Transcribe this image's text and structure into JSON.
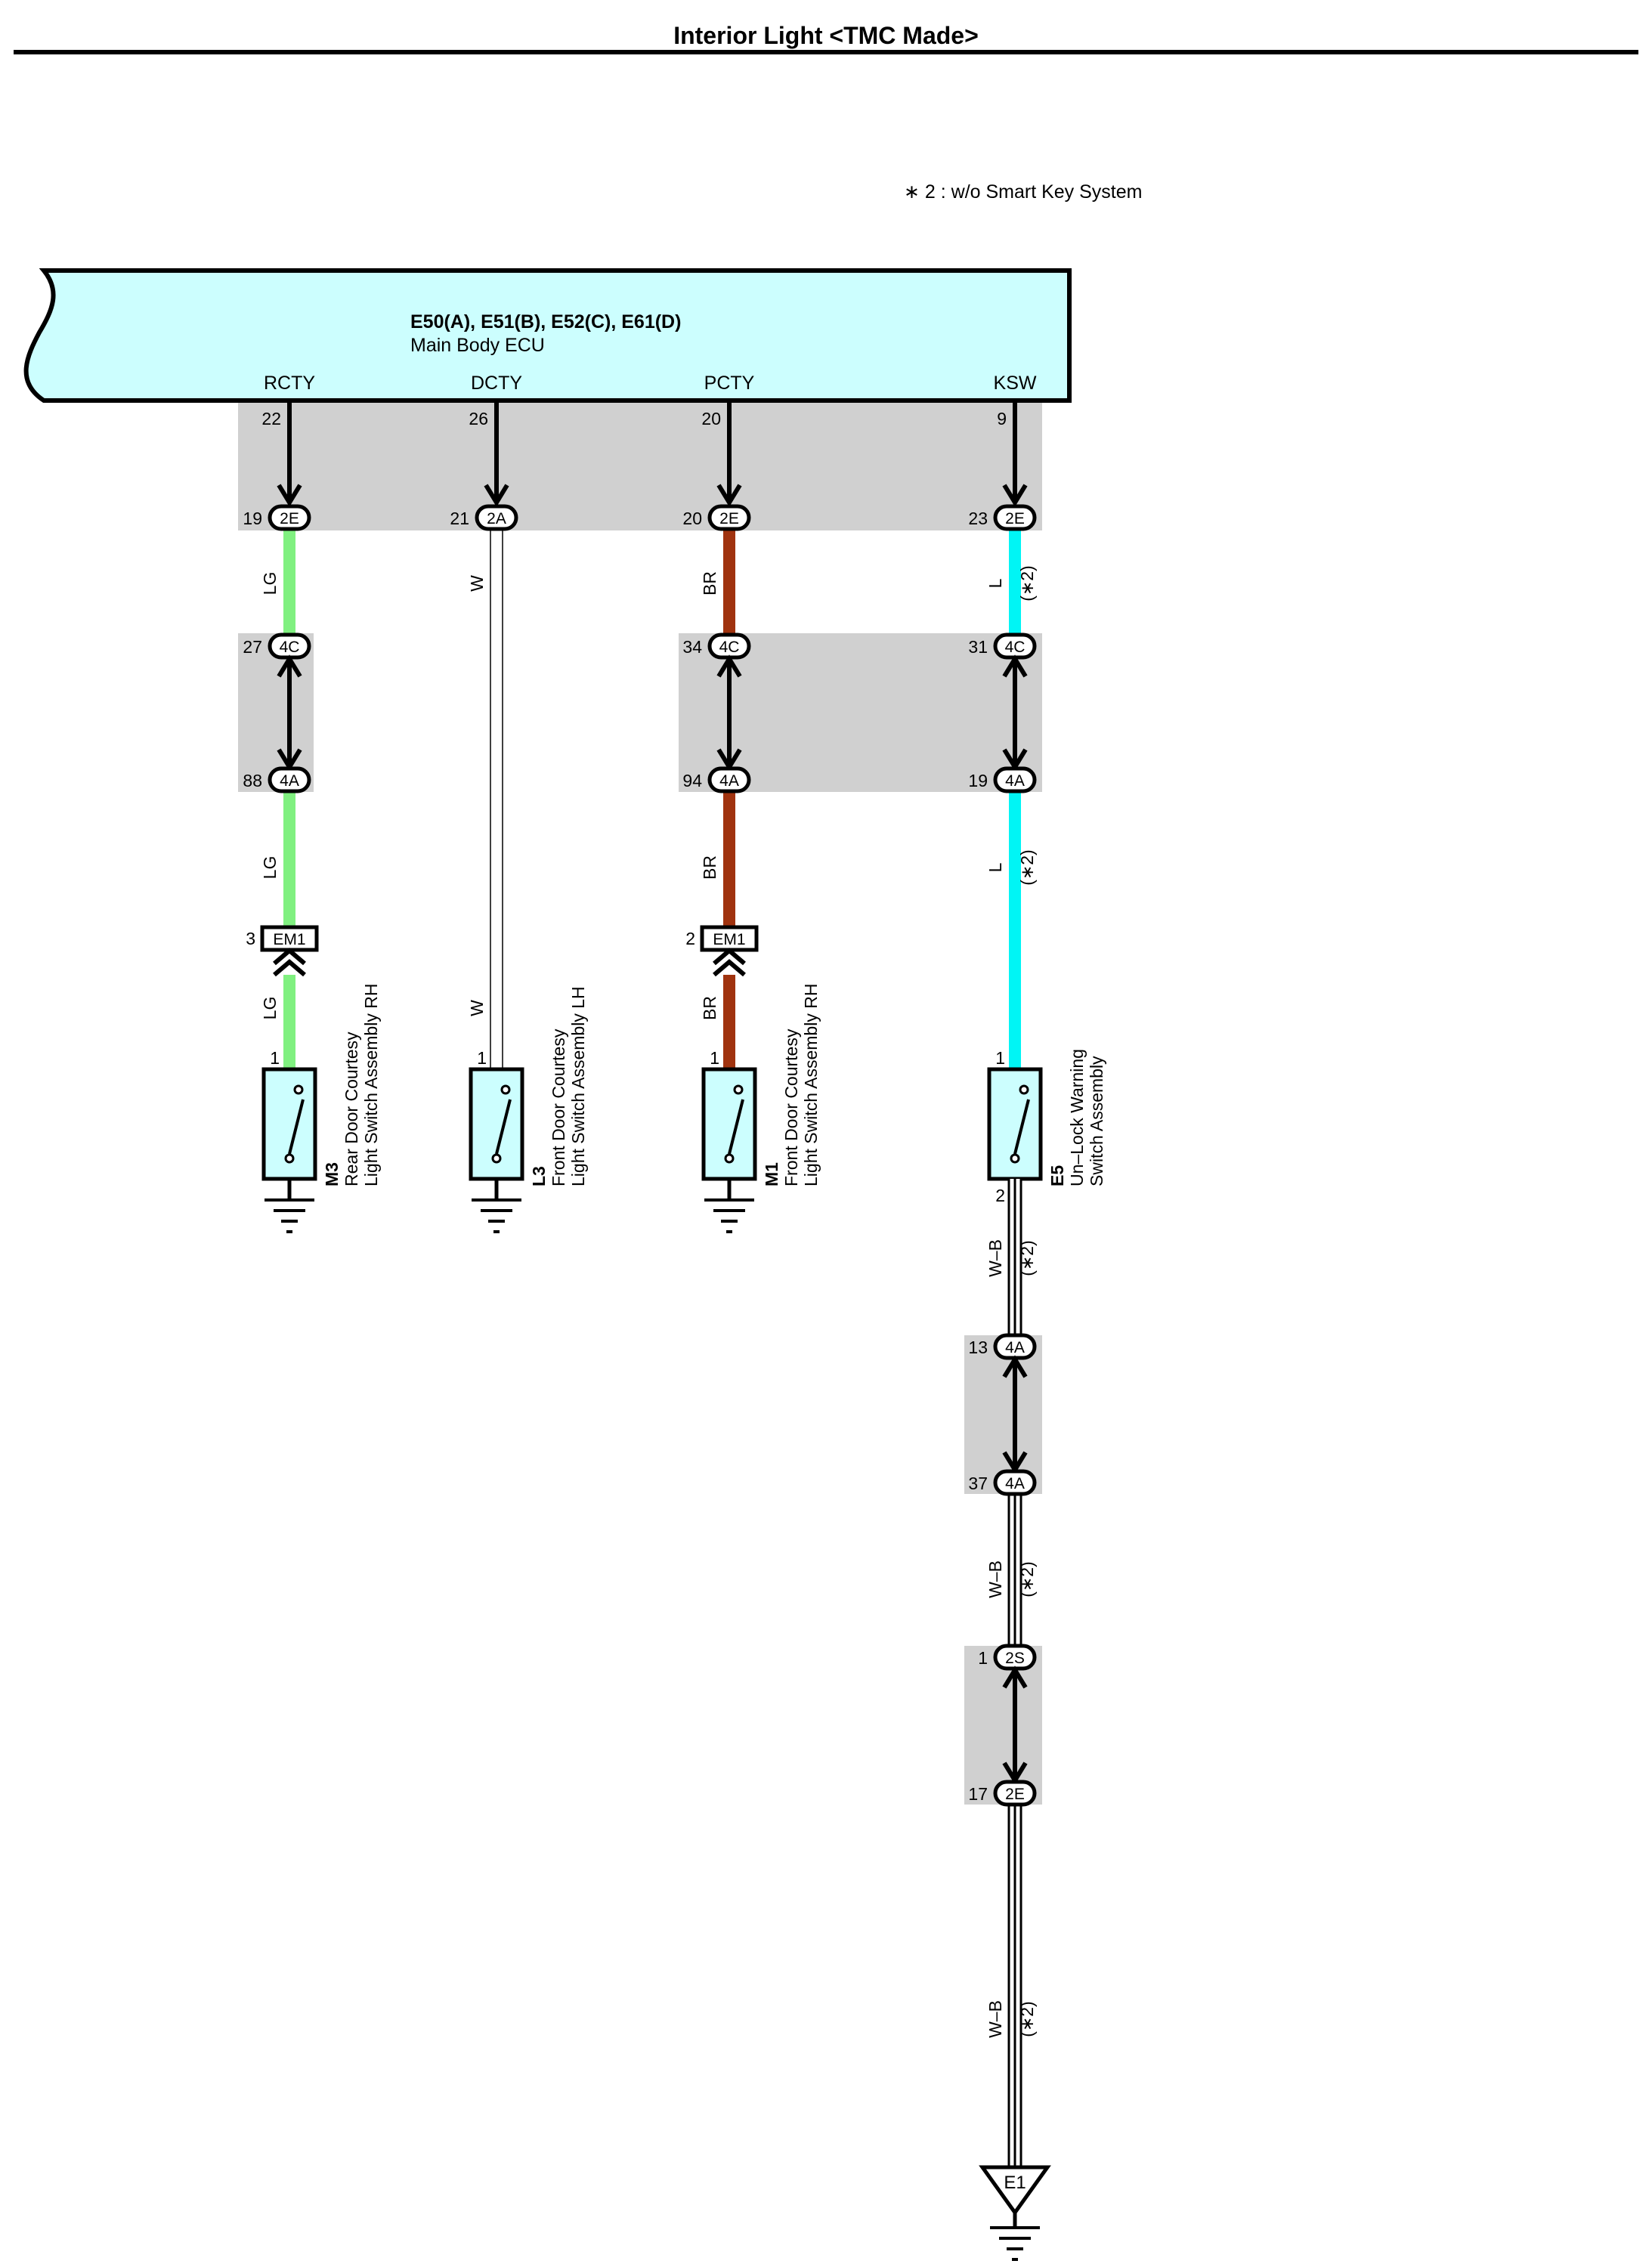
{
  "title": "Interior Light <TMC Made>",
  "note": "∗ 2 : w/o Smart Key System",
  "ecu": {
    "connectors": "E50(A), E51(B), E52(C), E61(D)",
    "name": "Main Body ECU",
    "terminals": [
      "RCTY",
      "DCTY",
      "PCTY",
      "KSW"
    ],
    "pins": [
      "22",
      "26",
      "20",
      "9"
    ]
  },
  "colors": {
    "ecu_fill": "#ccfefe",
    "shade": "#d0d0d0",
    "LG": "#80f080",
    "W": "#ffffff",
    "BR": "#a0330f",
    "L": "#00f5f5",
    "W-B": "#ffffff",
    "switch_fill": "#ccfefe"
  },
  "circuits": [
    {
      "id": "rcty",
      "connections": [
        {
          "kind": "junction",
          "pin": "19",
          "label": "2E"
        },
        {
          "kind": "junction",
          "pin": "27",
          "label": "4C"
        },
        {
          "kind": "junction",
          "pin": "88",
          "label": "4A"
        },
        {
          "kind": "plug",
          "pin": "3",
          "label": "EM1"
        }
      ],
      "wires": [
        {
          "color": "LG",
          "note": ""
        },
        {
          "color": "LG",
          "note": ""
        },
        {
          "color": "LG",
          "note": ""
        }
      ],
      "component": {
        "pin_top": "1",
        "code": "M3",
        "line1": "Rear Door Courtesy",
        "line2": "Light Switch Assembly RH"
      }
    },
    {
      "id": "dcty",
      "connections": [
        {
          "kind": "junction",
          "pin": "21",
          "label": "2A"
        }
      ],
      "wires": [
        {
          "color": "W",
          "note": ""
        },
        {
          "color": "W",
          "note": ""
        }
      ],
      "component": {
        "pin_top": "1",
        "code": "L3",
        "line1": "Front Door Courtesy",
        "line2": "Light Switch Assembly LH"
      }
    },
    {
      "id": "pcty",
      "connections": [
        {
          "kind": "junction",
          "pin": "20",
          "label": "2E"
        },
        {
          "kind": "junction",
          "pin": "34",
          "label": "4C"
        },
        {
          "kind": "junction",
          "pin": "94",
          "label": "4A"
        },
        {
          "kind": "plug",
          "pin": "2",
          "label": "EM1"
        }
      ],
      "wires": [
        {
          "color": "BR",
          "note": ""
        },
        {
          "color": "BR",
          "note": ""
        },
        {
          "color": "BR",
          "note": ""
        }
      ],
      "component": {
        "pin_top": "1",
        "code": "M1",
        "line1": "Front Door Courtesy",
        "line2": "Light Switch Assembly RH"
      }
    },
    {
      "id": "ksw",
      "connections": [
        {
          "kind": "junction",
          "pin": "23",
          "label": "2E"
        },
        {
          "kind": "junction",
          "pin": "31",
          "label": "4C"
        },
        {
          "kind": "junction",
          "pin": "19",
          "label": "4A"
        }
      ],
      "wires": [
        {
          "color": "L",
          "note": "(∗2)"
        },
        {
          "color": "L",
          "note": "(∗2)"
        }
      ],
      "component": {
        "pin_top": "1",
        "pin_bottom": "2",
        "code": "E5",
        "line1": "Un–Lock Warning",
        "line2": "Switch Assembly"
      },
      "ground_path": {
        "connections": [
          {
            "kind": "junction",
            "pin": "13",
            "label": "4A"
          },
          {
            "kind": "junction",
            "pin": "37",
            "label": "4A"
          },
          {
            "kind": "junction",
            "pin": "1",
            "label": "2S"
          },
          {
            "kind": "junction",
            "pin": "17",
            "label": "2E"
          }
        ],
        "wires": [
          {
            "color": "W–B",
            "note": "(∗2)"
          },
          {
            "color": "W–B",
            "note": "(∗2)"
          },
          {
            "color": "W–B",
            "note": "(∗2)"
          }
        ],
        "ground_point": "E1"
      }
    }
  ]
}
